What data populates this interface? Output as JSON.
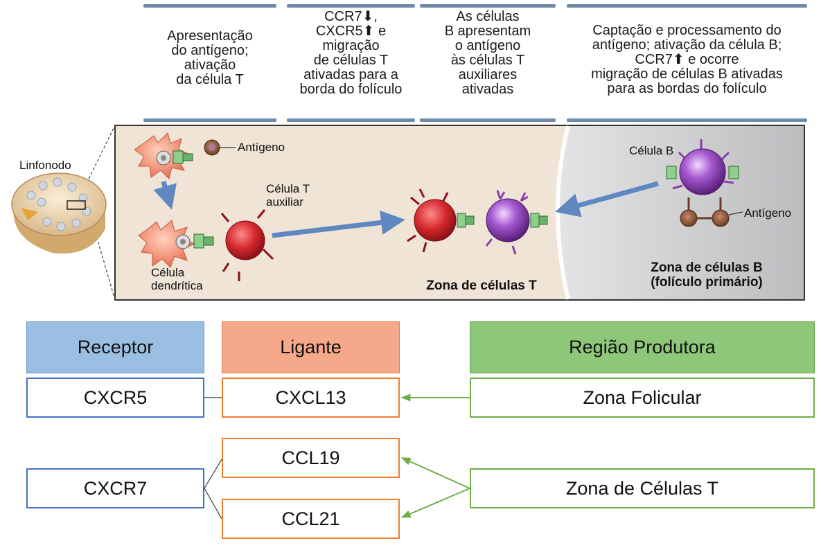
{
  "steps": [
    "Apresentação\ndo antígeno;\nativação\nda célula T",
    "CCR7⬇,\nCXCR5⬆ e\nmigração\nde células T\nativadas para a\nborda do folículo",
    "As células\nB apresentam\no antígeno\nàs células T\nauxiliares\nativadas",
    "Captação e processamento do\nantígeno; ativação da célula B;\nCCR7⬆ e ocorre\nmigração de células B ativadas\npara as bordas do folículo"
  ],
  "labels": {
    "lymph_node": "Linfonodo",
    "antigen_top": "Antígeno",
    "helper_t": "Célula T\nauxiliar",
    "dendritic": "Célula\ndendrítica",
    "b_cell": "Célula B",
    "antigen_right": "Antígeno",
    "t_zone": "Zona de células T",
    "b_zone": "Zona de células B\n(folículo primário)"
  },
  "table": {
    "headers": [
      "Receptor",
      "Ligante",
      "Região Produtora"
    ],
    "row1": {
      "receptor": "CXCR5",
      "ligand": "CXCL13",
      "region": "Zona Folicular"
    },
    "row2": {
      "receptor": "CXCR7",
      "ligands": [
        "CCL19",
        "CCL21"
      ],
      "region": "Zona de Células T"
    }
  },
  "colors": {
    "receptor": "#4472c4",
    "ligand": "#ed7d31",
    "region": "#70ad47",
    "t_cell": "#c8232a",
    "b_cell": "#8a3fa8",
    "dendritic": "#f08a6a",
    "panel_bg": "#efe4d6",
    "follicle_bg": "#cfcfd1",
    "flow_arrow": "#5f87c0"
  }
}
